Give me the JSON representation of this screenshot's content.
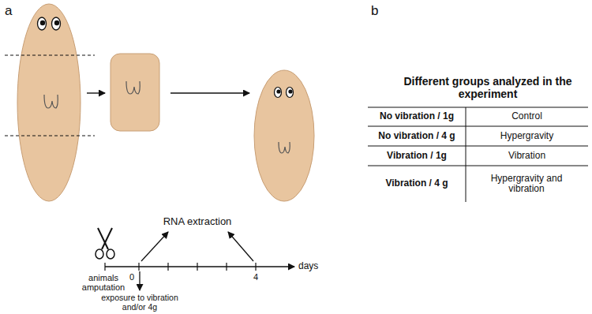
{
  "diagram": {
    "labels": [
      "a",
      "b",
      "Different groups analyzed in the experiment",
      "No vibration / 1g",
      "Control",
      "No vibration / 4 g",
      "Hypergravity",
      "Vibration / 1g",
      "Vibration",
      "Vibration / 4 g",
      "Hypergravity and vibration",
      "RNA extraction",
      "animals amputation",
      "0",
      "4",
      "days",
      "exposure to vibration and/or 4g"
    ]
  }
}
